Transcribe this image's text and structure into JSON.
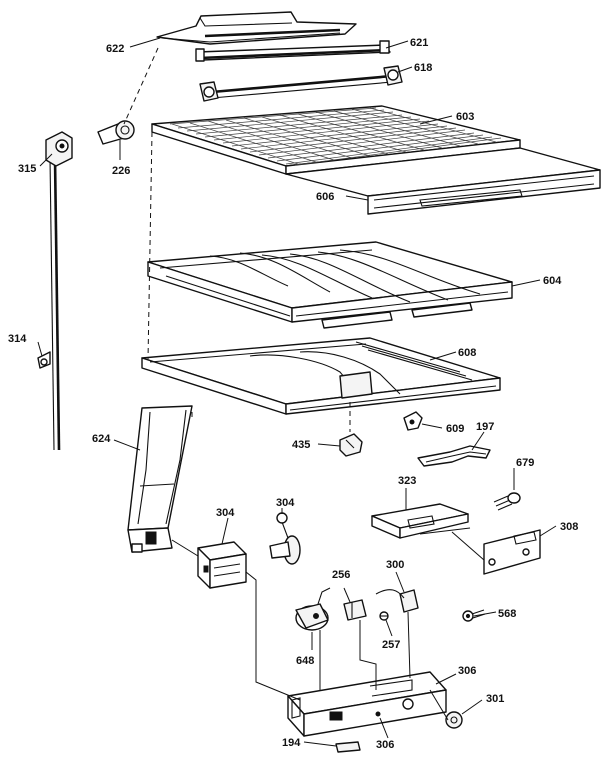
{
  "colors": {
    "ink": "#111111",
    "background": "#ffffff"
  },
  "callouts": [
    {
      "id": "c622",
      "text": "622"
    },
    {
      "id": "c621",
      "text": "621"
    },
    {
      "id": "c618",
      "text": "618"
    },
    {
      "id": "c603",
      "text": "603"
    },
    {
      "id": "c315",
      "text": "315"
    },
    {
      "id": "c226",
      "text": "226"
    },
    {
      "id": "c606",
      "text": "606"
    },
    {
      "id": "c604",
      "text": "604"
    },
    {
      "id": "c314",
      "text": "314"
    },
    {
      "id": "c608",
      "text": "608"
    },
    {
      "id": "c624",
      "text": "624"
    },
    {
      "id": "c435",
      "text": "435"
    },
    {
      "id": "c609",
      "text": "609"
    },
    {
      "id": "c197",
      "text": "197"
    },
    {
      "id": "c679",
      "text": "679"
    },
    {
      "id": "c323",
      "text": "323"
    },
    {
      "id": "c304a",
      "text": "304"
    },
    {
      "id": "c304b",
      "text": "304"
    },
    {
      "id": "c308",
      "text": "308"
    },
    {
      "id": "c256",
      "text": "256"
    },
    {
      "id": "c300",
      "text": "300"
    },
    {
      "id": "c568",
      "text": "568"
    },
    {
      "id": "c257",
      "text": "257"
    },
    {
      "id": "c648",
      "text": "648"
    },
    {
      "id": "c306a",
      "text": "306"
    },
    {
      "id": "c301",
      "text": "301"
    },
    {
      "id": "c194",
      "text": "194"
    },
    {
      "id": "c306b",
      "text": "306"
    }
  ]
}
